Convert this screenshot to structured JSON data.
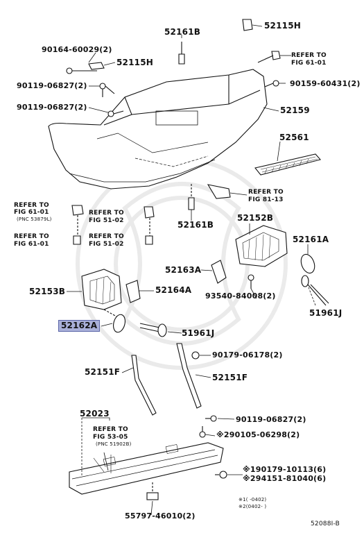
{
  "diagram_id": "52088I-B",
  "highlight_color": "#a9b0d9",
  "labels": {
    "p52115H_top": "52115H",
    "p52161B_top": "52161B",
    "p90164": "90164-60029(2)",
    "p52115H_left": "52115H",
    "ref6101_a": "REFER TO",
    "ref6101_b": "FIG 61-01",
    "p90119_a": "90119-06827(2)",
    "p90159": "90159-60431(2)",
    "p90119_b": "90119-06827(2)",
    "p52159": "52159",
    "p52561": "52561",
    "ref8113_a": "REFER TO",
    "ref8113_b": "FIG 81-13",
    "refL1_a": "REFER TO",
    "refL1_b": "FIG 61-01",
    "refL1_c": "(PNC 53879L)",
    "refM1_a": "REFER TO",
    "refM1_b": "FIG 51-02",
    "p52161B_mid": "52161B",
    "p52152B": "52152B",
    "refL2_a": "REFER TO",
    "refL2_b": "FIG 61-01",
    "refM2_a": "REFER TO",
    "refM2_b": "FIG 51-02",
    "p52161A": "52161A",
    "p52163A": "52163A",
    "p52153B": "52153B",
    "p52164A": "52164A",
    "p93540": "93540-84008(2)",
    "p51961J_r": "51961J",
    "p52162A": "52162A",
    "p51961J_c": "51961J",
    "p90179": "90179-06178(2)",
    "p52151F_l": "52151F",
    "p52151F_r": "52151F",
    "p52023": "52023",
    "p90119_c": "90119-06827(2)",
    "ref5305_a": "REFER TO",
    "ref5305_b": "FIG 53-05",
    "ref5305_c": "(PNC 51902B)",
    "p90105": "※290105-06298(2)",
    "p90179_b": "※190179-10113(6)",
    "p94151": "※294151-81040(6)",
    "p55797": "55797-46010(2)",
    "note1": "※1(     -0402)",
    "note2": "※2(0402-      )",
    "fig_id": "52088I-B"
  }
}
